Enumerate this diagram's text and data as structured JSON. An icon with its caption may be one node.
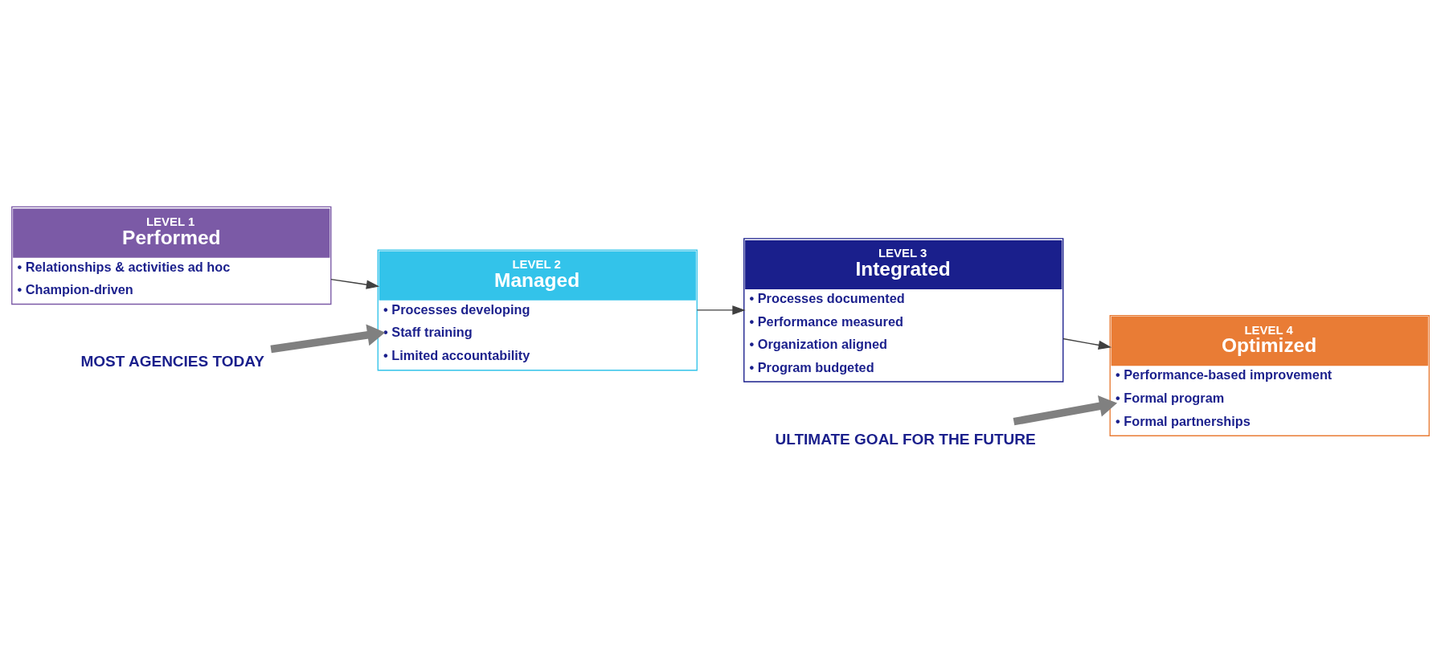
{
  "diagram": {
    "nodes": [
      {
        "text": [
          "LEVEL 1",
          "Performed",
          "• Relationships & activities ad hoc",
          "• Champion-driven"
        ]
      },
      {
        "text": [
          "LEVEL 2",
          "Managed",
          "• Processes developing",
          "• Staff training",
          "• Limited accountability"
        ]
      },
      {
        "text": [
          "LEVEL 3",
          "Integrated",
          "• Processes documented",
          "• Performance measured",
          "• Organization aligned",
          "• Program budgeted"
        ]
      },
      {
        "text": [
          "LEVEL 4",
          "Optimized",
          "• Performance-based improvement",
          "• Formal program",
          "• Formal partnerships"
        ]
      },
      {
        "text": [
          "MOST AGENCIES TODAY"
        ]
      },
      {
        "text": [
          "ULTIMATE GOAL FOR THE FUTURE"
        ]
      }
    ],
    "edges": [
      {
        "from": 0,
        "to": 1,
        "arrow": "to"
      },
      {
        "from": 1,
        "to": 2,
        "arrow": "to"
      },
      {
        "from": 2,
        "to": 3,
        "arrow": "to"
      },
      {
        "from": 4,
        "to": 1,
        "arrow": "to",
        "style": "thick",
        "color": "#808080"
      },
      {
        "from": 5,
        "to": 3,
        "arrow": "to",
        "style": "thick",
        "color": "#808080"
      }
    ]
  }
}
